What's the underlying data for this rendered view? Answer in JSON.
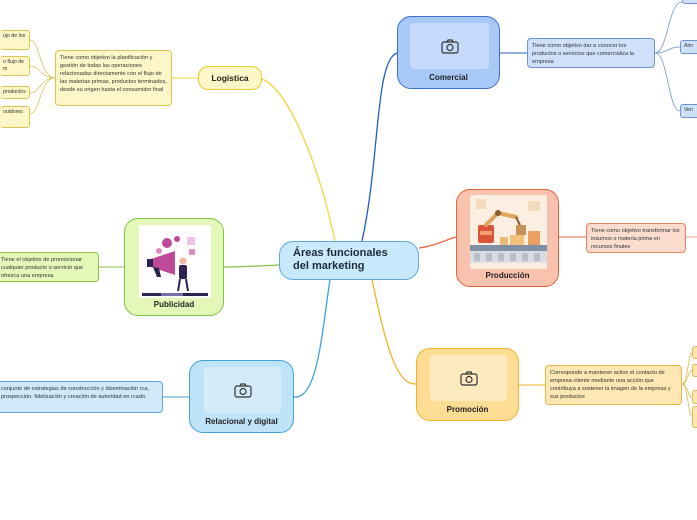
{
  "central": {
    "label": "Áreas funcionales del marketing"
  },
  "logistica": {
    "label": "Logística",
    "note": "Tiene como objetivo la planificación y gestión de todas las operaciones relacionadas directamente con el flujo de las materias primas, productos terminados, desde su origen hasta el consumidor final",
    "subnodes": [
      "ujo de los",
      "o flujo de m",
      "productos",
      "ouidores"
    ]
  },
  "publicidad": {
    "label": "Publicidad",
    "note": "Tiene el objetivo de promocionar cualquier producto o servicio que ofrezca una empresa"
  },
  "relacional": {
    "label": "Relacional y digital",
    "note": "conjunto de estrategias de construcción y diseminación rca, prospección, fidelización y creación de autoridad en rcado."
  },
  "comercial": {
    "label": "Comercial",
    "note": "Tiene como objetivo dar a conocer los productos o servicios que comercializa la empresa",
    "subnodes": [
      "Alm",
      "Ven"
    ]
  },
  "produccion": {
    "label": "Producción",
    "note": "Tiene como objetivo transformar los insumos o materia prima en recursos finales"
  },
  "promocion": {
    "label": "Promoción",
    "note": "Corresponde a mantener activo el contacto de empresa-cliente mediante una acción que contribuya a sostener la imagen de la empresa y sus productos"
  },
  "colors": {
    "logistica": "#f5d33d",
    "publicidad": "#7fc242",
    "relacional": "#3fa2d6",
    "comercial": "#1e5fc2",
    "produccion": "#e8603c",
    "promocion": "#f0b429"
  },
  "icons": [
    "camera-icon",
    "megaphone-illustration",
    "robot-arm-illustration"
  ]
}
